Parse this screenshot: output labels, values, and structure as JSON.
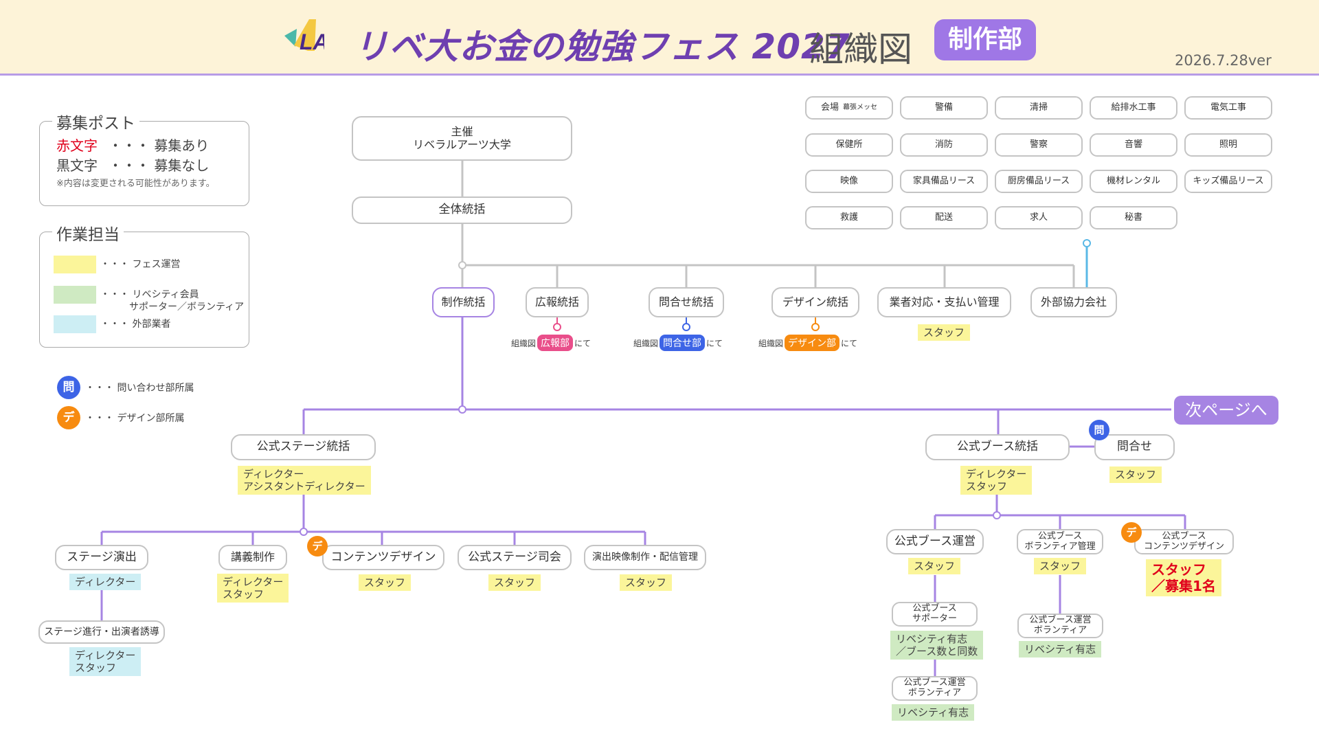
{
  "header": {
    "logo_text": "LA",
    "title": "リベ大お金の勉強フェス 2027",
    "subtitle": "組織図",
    "dept": "制作部",
    "version": "2026.7.28ver"
  },
  "legend": {
    "recruit_title": "募集ポスト",
    "red_label": "赤文字",
    "red_desc": "・・・ 募集あり",
    "black_label": "黒文字",
    "black_desc": "・・・ 募集なし",
    "notice": "※内容は変更される可能性があります。",
    "work_title": "作業担当",
    "yellow_desc": "・・・ フェス運営",
    "green_desc": "・・・ リベシティ会員\n　　　サポーター／ボランティア",
    "blue_desc": "・・・ 外部業者",
    "inquiry_mark": "問",
    "inquiry_desc": "・・・ 問い合わせ部所属",
    "design_mark": "デ",
    "design_desc": "・・・ デザイン部所属"
  },
  "vendors": [
    {
      "name": "会場",
      "sub": "幕張メッセ"
    },
    {
      "name": "警備"
    },
    {
      "name": "清掃"
    },
    {
      "name": "給排水工事"
    },
    {
      "name": "電気工事"
    },
    {
      "name": "保健所"
    },
    {
      "name": "消防"
    },
    {
      "name": "警察"
    },
    {
      "name": "音響"
    },
    {
      "name": "照明"
    },
    {
      "name": "映像"
    },
    {
      "name": "家具備品リース"
    },
    {
      "name": "厨房備品リース"
    },
    {
      "name": "機材レンタル"
    },
    {
      "name": "キッズ備品リース"
    },
    {
      "name": "救護"
    },
    {
      "name": "配送"
    },
    {
      "name": "求人"
    },
    {
      "name": "秘書"
    }
  ],
  "org": {
    "organizer": "主催\nリベラルアーツ大学",
    "overall": "全体統括",
    "production": "制作統括",
    "pr": "広報統括",
    "inquiry": "問合せ統括",
    "design": "デザイン統括",
    "vendor_mgmt": "業者対応・支払い管理",
    "vendor_mgmt_staff": "スタッフ",
    "external": "外部協力会社",
    "ref_prefix": "組織図",
    "ref_suffix": "にて",
    "ref_pr": "広報部",
    "ref_inquiry": "問合せ部",
    "ref_design": "デザイン部",
    "next_page": "次ページへ"
  },
  "stage": {
    "lead": "公式ステージ統括",
    "lead_staff": "ディレクター\nアシスタントディレクター",
    "direction": "ステージ演出",
    "direction_staff": "ディレクター",
    "progress": "ステージ進行・出演者誘導",
    "progress_staff": "ディレクター\nスタッフ",
    "lecture": "講義制作",
    "lecture_staff": "ディレクター\nスタッフ",
    "content_design": "コンテンツデザイン",
    "content_design_staff": "スタッフ",
    "mc": "公式ステージ司会",
    "mc_staff": "スタッフ",
    "video": "演出映像制作・配信管理",
    "video_staff": "スタッフ"
  },
  "booth": {
    "lead": "公式ブース統括",
    "lead_staff": "ディレクター\nスタッフ",
    "contact": "問合せ",
    "contact_staff": "スタッフ",
    "ops": "公式ブース運営",
    "ops_staff": "スタッフ",
    "supporter": "公式ブース\nサポーター",
    "supporter_staff": "リベシティ有志\n／ブース数と同数",
    "ops_volunteer": "公式ブース運営\nボランティア",
    "ops_volunteer_staff": "リベシティ有志",
    "volunteer_mgmt": "公式ブース\nボランティア管理",
    "volunteer_mgmt_staff": "スタッフ",
    "mgmt_volunteer": "公式ブース運営\nボランティア",
    "mgmt_volunteer_staff": "リベシティ有志",
    "content_design": "公式ブース\nコンテンツデザイン",
    "content_design_staff": "スタッフ\n／募集1名"
  },
  "colors": {
    "accent": "#a684e3",
    "fes": "#fbf59a",
    "member": "#cfeac2",
    "external": "#cdeef4",
    "inquiry": "#3d64e6",
    "design": "#f78b10",
    "pr": "#e94e8a",
    "recruit": "#e0001b"
  }
}
